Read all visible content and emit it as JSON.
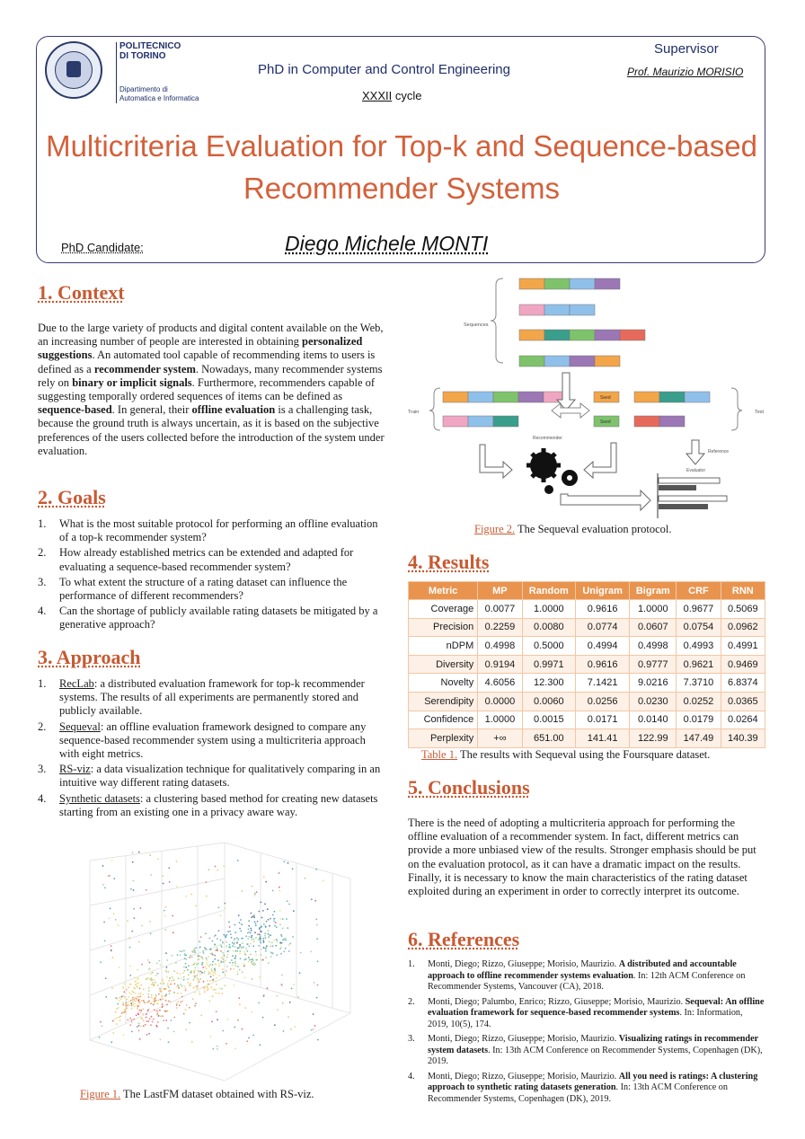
{
  "header": {
    "university": "POLITECNICO\nDI TORINO",
    "department": "Dipartimento di\nAutomatica e Informatica",
    "program": "PhD in Computer and Control Engineering",
    "cycle_roman": "XXXII",
    "cycle_word": "cycle",
    "supervisor_label": "Supervisor",
    "supervisor_name": "Prof. Maurizio MORISIO",
    "title": "Multicriteria Evaluation for Top-k and Sequence-based Recommender Systems",
    "candidate_label": "PhD Candidate:",
    "candidate_name": "Diego Michele MONTI"
  },
  "context": {
    "heading": "1. Context",
    "t1": "Due to the large variety of products and digital content available on the Web, an increasing number of people are interested in obtaining ",
    "b1": "personalized suggestions",
    "t2": ". An automated tool capable of recommending items to users is defined as a ",
    "b2": "recommender system",
    "t3": ". Nowadays, many recommender systems rely on ",
    "b3": "binary or implicit signals",
    "t4": ". Furthermore, recommenders capable of suggesting temporally ordered sequences of items can be defined as ",
    "b4": "sequence-based",
    "t5": ". In general, their ",
    "b5": "offline evaluation",
    "t6": " is a challenging task, because the ground truth is always uncertain, as it is based on the subjective preferences of the users collected before the introduction of the system under evaluation."
  },
  "goals": {
    "heading": "2. Goals",
    "items": [
      {
        "num": "1.",
        "text": "What is the most suitable protocol for performing an offline evaluation of a top-k recommender system?"
      },
      {
        "num": "2.",
        "text": "How already established metrics can be extended and adapted for evaluating a sequence-based recommender system?"
      },
      {
        "num": "3.",
        "text": "To what extent the structure of a rating dataset can influence the performance of different recommenders?"
      },
      {
        "num": "4.",
        "text": "Can the shortage of publicly available rating datasets be mitigated by a generative approach?"
      }
    ]
  },
  "approach": {
    "heading": "3. Approach",
    "items": [
      {
        "num": "1.",
        "name": "RecLab",
        "text": ": a distributed evaluation framework for top-k recommender systems. The results of all experiments are permanently stored and publicly available."
      },
      {
        "num": "2.",
        "name": "Sequeval",
        "text": ": an offline evaluation framework designed to compare any sequence-based recommender system using a multicriteria approach with eight metrics."
      },
      {
        "num": "3.",
        "name": "RS-viz",
        "text": ": a data visualization technique for qualitatively comparing in an intuitive way different rating datasets."
      },
      {
        "num": "4.",
        "name": "Synthetic datasets",
        "text": ": a clustering based method for creating new datasets starting from an existing one in a privacy aware way."
      }
    ]
  },
  "figure1": {
    "ref": "Figure 1.",
    "caption": " The LastFM dataset obtained with RS-viz."
  },
  "figure2": {
    "ref": "Figure 2.",
    "caption": " The Sequeval evaluation protocol.",
    "label_sequences": "Sequences",
    "label_train": "Train",
    "label_test": "Test",
    "label_seed": "Seed",
    "label_recommender": "Recommender",
    "label_reference": "Reference",
    "label_evaluator": "Evaluator"
  },
  "results": {
    "heading": "4. Results",
    "columns": [
      "Metric",
      "MP",
      "Random",
      "Unigram",
      "Bigram",
      "CRF",
      "RNN"
    ],
    "rows": [
      [
        "Coverage",
        "0.0077",
        "1.0000",
        "0.9616",
        "1.0000",
        "0.9677",
        "0.5069"
      ],
      [
        "Precision",
        "0.2259",
        "0.0080",
        "0.0774",
        "0.0607",
        "0.0754",
        "0.0962"
      ],
      [
        "nDPM",
        "0.4998",
        "0.5000",
        "0.4994",
        "0.4998",
        "0.4993",
        "0.4991"
      ],
      [
        "Diversity",
        "0.9194",
        "0.9971",
        "0.9616",
        "0.9777",
        "0.9621",
        "0.9469"
      ],
      [
        "Novelty",
        "4.6056",
        "12.300",
        "7.1421",
        "9.0216",
        "7.3710",
        "6.8374"
      ],
      [
        "Serendipity",
        "0.0000",
        "0.0060",
        "0.0256",
        "0.0230",
        "0.0252",
        "0.0365"
      ],
      [
        "Confidence",
        "1.0000",
        "0.0015",
        "0.0171",
        "0.0140",
        "0.0179",
        "0.0264"
      ],
      [
        "Perplexity",
        "+∞",
        "651.00",
        "141.41",
        "122.99",
        "147.49",
        "140.39"
      ]
    ],
    "table_ref": "Table 1.",
    "table_caption": " The results with Sequeval using the Foursquare dataset."
  },
  "conclusions": {
    "heading": "5. Conclusions",
    "text": "There is the need of adopting a multicriteria approach for performing the offline evaluation of a recommender system. In fact, different metrics can provide a more unbiased view of the results. Stronger emphasis should be put on the evaluation protocol, as it can have a dramatic impact on the results. Finally, it is necessary to know the main characteristics of the rating dataset exploited during an experiment in order to correctly interpret its outcome."
  },
  "references": {
    "heading": "6. References",
    "items": [
      {
        "num": "1.",
        "authors": "Monti, Diego; Rizzo, Giuseppe; Morisio, Maurizio. ",
        "title": "A distributed and accountable approach to offline recommender systems evaluation",
        "venue": ". In: 12th ACM Conference on Recommender Systems, Vancouver (CA), 2018."
      },
      {
        "num": "2.",
        "authors": "Monti, Diego; Palumbo, Enrico; Rizzo, Giuseppe; Morisio, Maurizio. ",
        "title": "Sequeval: An offline evaluation framework for sequence-based recommender systems",
        "venue": ". In: Information, 2019, 10(5), 174."
      },
      {
        "num": "3.",
        "authors": "Monti, Diego; Rizzo, Giuseppe; Morisio, Maurizio. ",
        "title": "Visualizing ratings in recommender system datasets",
        "venue": ". In: 13th ACM Conference on Recommender Systems, Copenhagen (DK), 2019."
      },
      {
        "num": "4.",
        "authors": "Monti, Diego; Rizzo, Giuseppe; Morisio, Maurizio. ",
        "title": "All you need is ratings: A clustering approach to synthetic rating datasets generation",
        "venue": ". In: 13th ACM Conference on Recommender Systems, Copenhagen (DK), 2019."
      }
    ]
  },
  "colors": {
    "accent": "#c85a33",
    "title": "#d4603a",
    "table_header": "#e8944f",
    "item_colors": [
      "#f2a649",
      "#7ec36b",
      "#8fc0ea",
      "#9b77b5",
      "#f0a6c2",
      "#3a9e8c",
      "#e66a5c",
      "#6aa6c9"
    ]
  }
}
